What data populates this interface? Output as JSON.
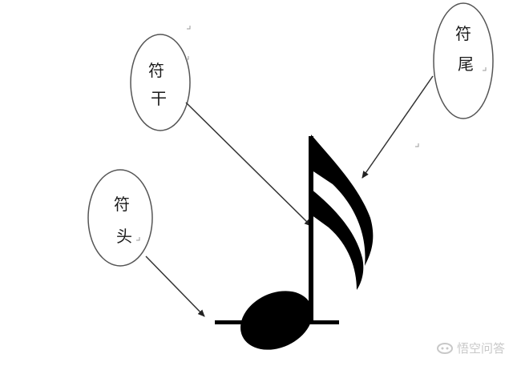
{
  "labels": {
    "stem": [
      "符",
      "干"
    ],
    "flag": [
      "符",
      "尾"
    ],
    "head": [
      "符",
      "头"
    ]
  },
  "watermark": "悟空问答",
  "colors": {
    "ink": "#000000",
    "leader": "#333333",
    "bubble_stroke": "#555555",
    "watermark": "#c8c8c8"
  }
}
